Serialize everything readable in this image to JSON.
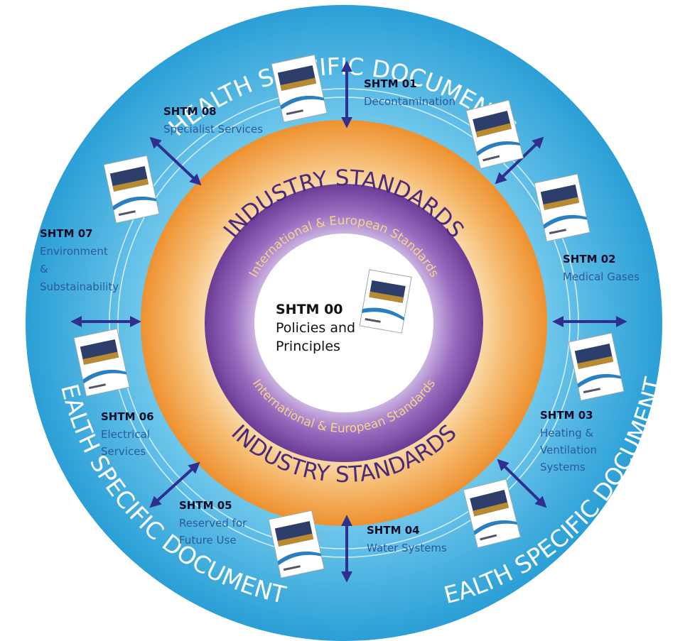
{
  "colors": {
    "outer_ring": "#3aa9dc",
    "middle_ring": "#f19a3e",
    "inner_ring": "#7a4ca0",
    "center": "#ffffff",
    "arrow": "#2e2f8f",
    "code_text": "#0d0d2a",
    "title_text": "#2b5a9a",
    "outer_label_text": "#ffffff",
    "inner_label_text": "#f4d58a"
  },
  "outer_ring_label": "HEALTH SPECIFIC DOCUMENTS",
  "middle_ring_label": "INDUSTRY STANDARDS",
  "inner_ring_label": "International & European Standards",
  "center": {
    "code": "SHTM 00",
    "title_line1": "Policies and",
    "title_line2": "Principles"
  },
  "documents": [
    {
      "code": "SHTM 01",
      "lines": [
        "Decontamination"
      ]
    },
    {
      "code": "SHTM 02",
      "lines": [
        "Medical Gases"
      ]
    },
    {
      "code": "SHTM 03",
      "lines": [
        "Heating &",
        "Ventilation",
        "Systems"
      ]
    },
    {
      "code": "SHTM 04",
      "lines": [
        "Water Systems"
      ]
    },
    {
      "code": "SHTM 05",
      "lines": [
        "Reserved for",
        "Future Use"
      ]
    },
    {
      "code": "SHTM 06",
      "lines": [
        "Electrical",
        "Services"
      ]
    },
    {
      "code": "SHTM 07",
      "lines": [
        "Environment",
        "&",
        "Substainability"
      ]
    },
    {
      "code": "SHTM 08",
      "lines": [
        "Specialist Services"
      ]
    }
  ]
}
